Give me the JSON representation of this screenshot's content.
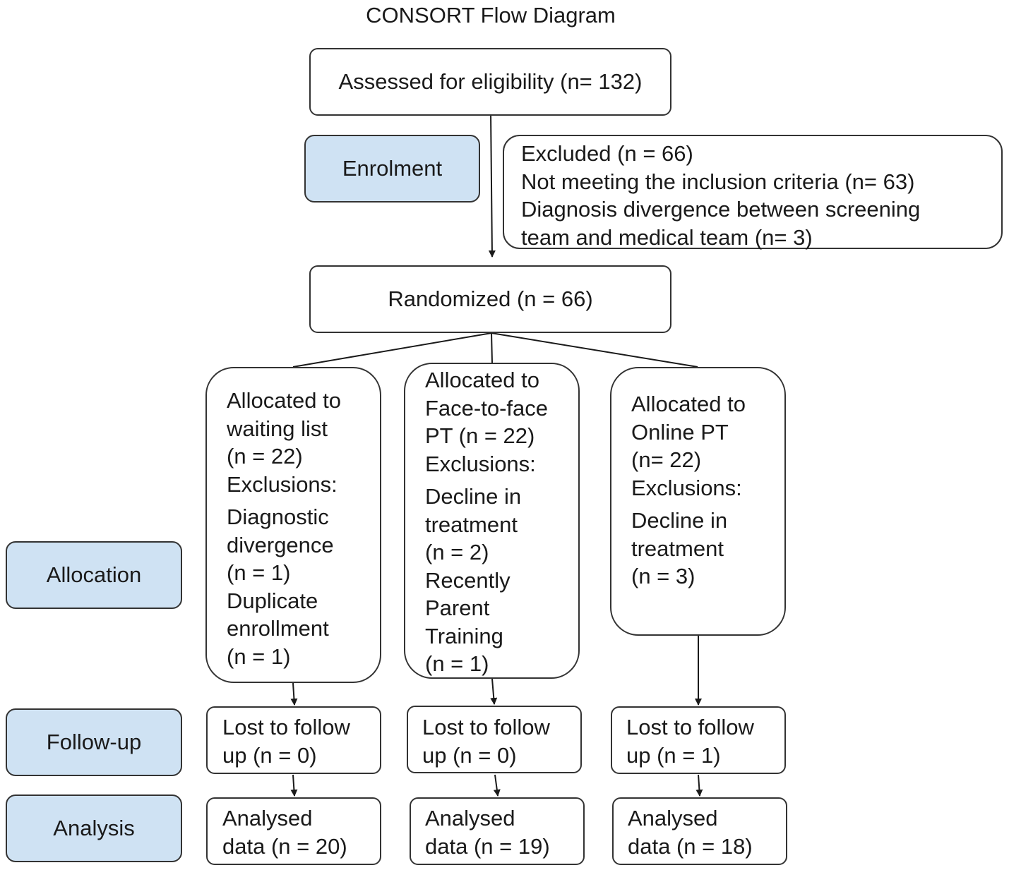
{
  "title": "CONSORT Flow Diagram",
  "stages": {
    "enrolment": "Enrolment",
    "allocation": "Allocation",
    "follow_up": "Follow-up",
    "analysis": "Analysis"
  },
  "assessed": "Assessed for eligibility (n= 132)",
  "excluded": {
    "line1": "Excluded (n = 66)",
    "line2": "Not meeting the inclusion criteria (n= 63)",
    "line3": "Diagnosis divergence between screening",
    "line4": "team and medical team (n= 3)"
  },
  "randomized": "Randomized (n = 66)",
  "arms": {
    "waiting": {
      "alloc_l1": "Allocated to",
      "alloc_l2": "waiting list",
      "alloc_l3": "(n = 22)",
      "exclusions": "Exclusions:",
      "ex1_l1": "Diagnostic",
      "ex1_l2": "divergence",
      "ex1_l3": "(n = 1)",
      "ex2_l1": "Duplicate",
      "ex2_l2": "enrollment",
      "ex2_l3": "(n = 1)",
      "lost_l1": "Lost to follow",
      "lost_l2": "up (n =  0)",
      "analysed_l1": "Analysed",
      "analysed_l2": "data (n = 20)"
    },
    "face": {
      "alloc_l1": "Allocated to",
      "alloc_l2": "Face-to-face",
      "alloc_l3": "PT (n = 22)",
      "exclusions": "Exclusions:",
      "ex1_l1": "Decline in",
      "ex1_l2": "treatment",
      "ex1_l3": "(n = 2)",
      "ex2_l1": "Recently",
      "ex2_l2": "Parent",
      "ex2_l3": "Training",
      "ex2_l4": "(n = 1)",
      "lost_l1": "Lost to follow",
      "lost_l2": "up (n = 0)",
      "analysed_l1": "Analysed",
      "analysed_l2": "data (n = 19)"
    },
    "online": {
      "alloc_l1": "Allocated to",
      "alloc_l2": "Online PT",
      "alloc_l3": "(n=  22)",
      "exclusions": "Exclusions:",
      "ex1_l1": "Decline in",
      "ex1_l2": "treatment",
      "ex1_l3": "(n = 3)",
      "lost_l1": "Lost to follow",
      "lost_l2": "up (n = 1)",
      "analysed_l1": "Analysed",
      "analysed_l2": "data (n = 18)"
    }
  },
  "colors": {
    "stage_fill": "#cfe2f3",
    "border": "#333333",
    "text": "#1a1a1a"
  }
}
